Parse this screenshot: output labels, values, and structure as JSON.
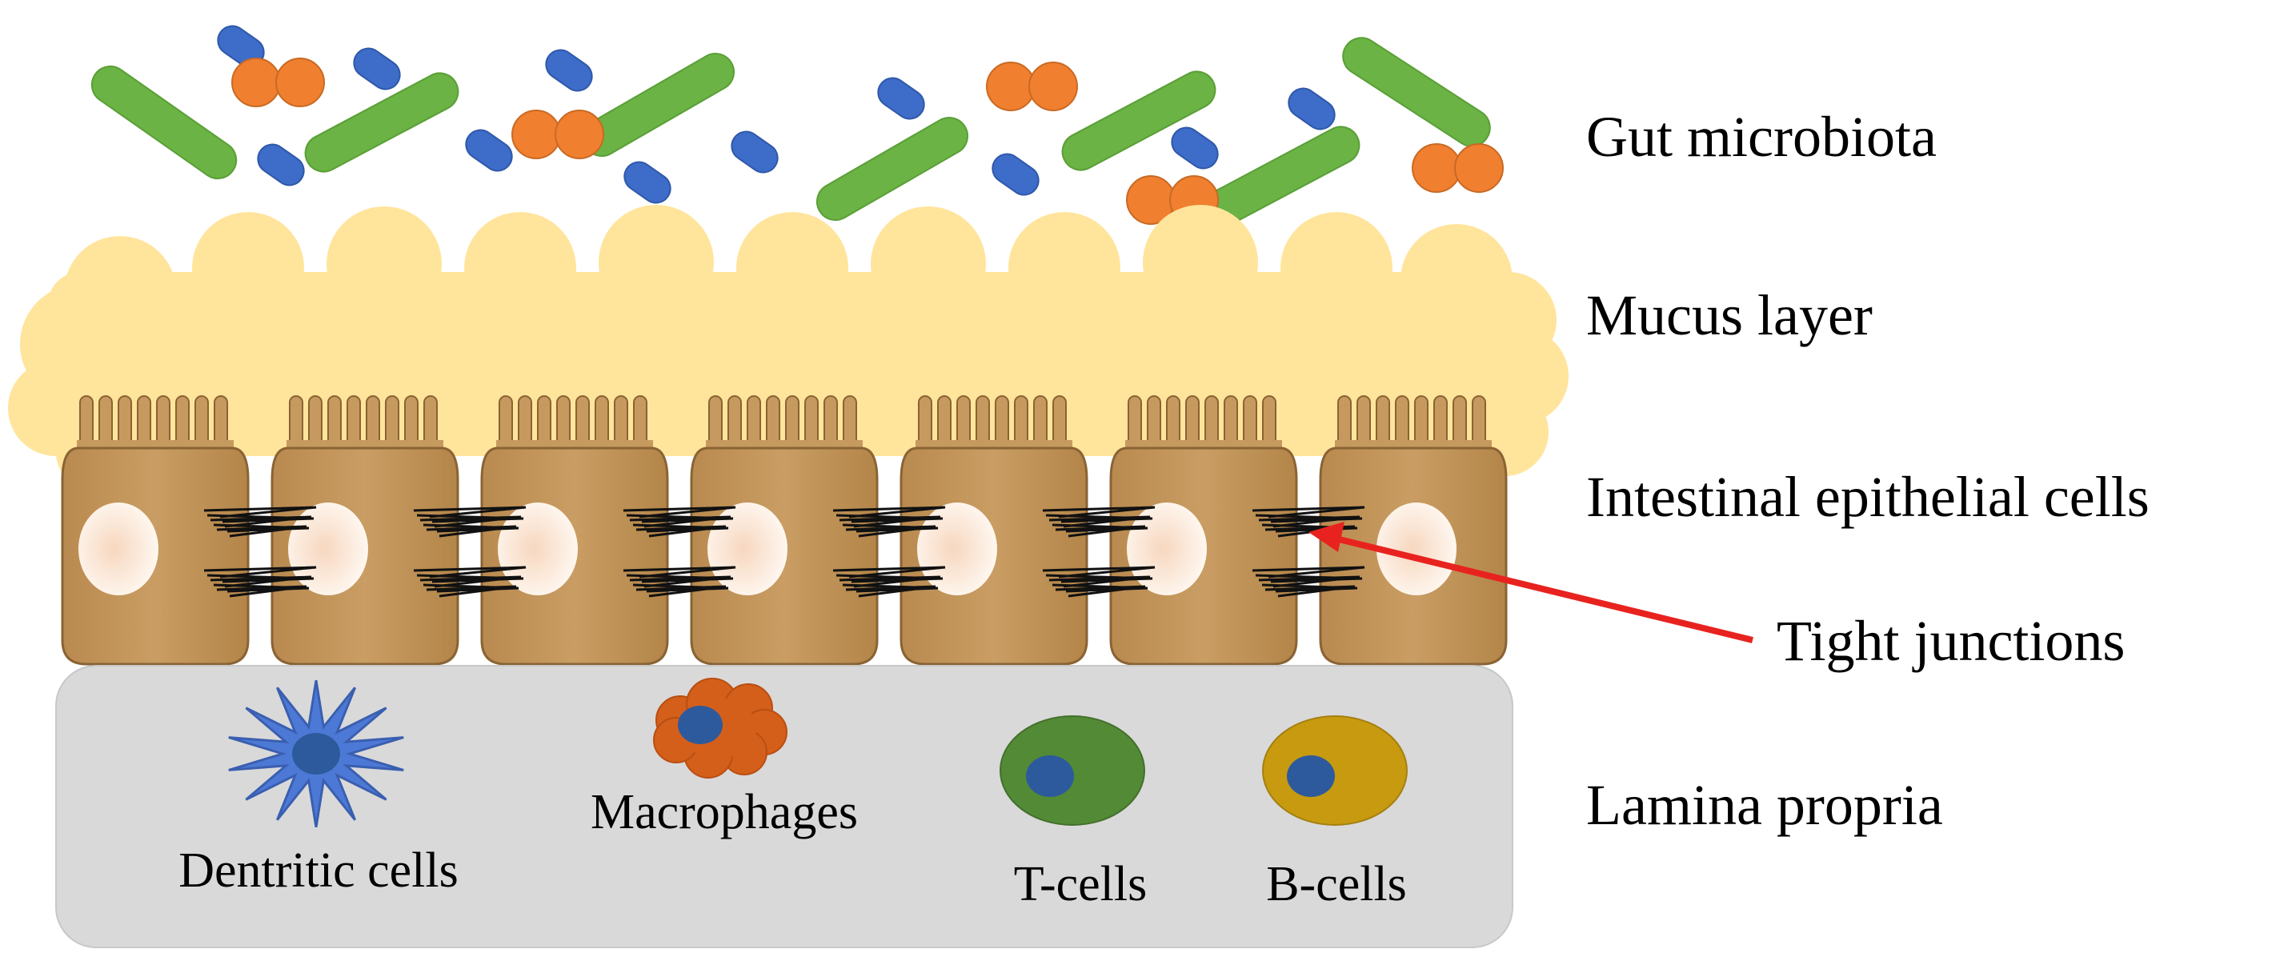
{
  "labels": {
    "gut_microbiota": "Gut microbiota",
    "mucus_layer": "Mucus layer",
    "epithelial_cells": "Intestinal epithelial cells",
    "tight_junctions": "Tight junctions",
    "lamina_propria": "Lamina propria"
  },
  "immune_cells": {
    "dendritic": "Dentritic cells",
    "macrophages": "Macrophages",
    "t_cells": "T-cells",
    "b_cells": "B-cells"
  },
  "colors": {
    "bacteria_rod": "#6ab344",
    "bacteria_coccus": "#f07f2f",
    "bacteria_small": "#3d6cc9",
    "mucus": "#ffe49b",
    "epithelium": "#c69a5f",
    "epithelium_edge": "#8a6334",
    "nucleus": "#fdf3e8",
    "lamina": "#d9d9d9",
    "dendritic": "#4d79d6",
    "macrophage": "#d45f1a",
    "t_cell": "#538a36",
    "b_cell": "#c79a10",
    "inner_nucleus": "#2d5a9c",
    "arrow": "#e8231f"
  }
}
